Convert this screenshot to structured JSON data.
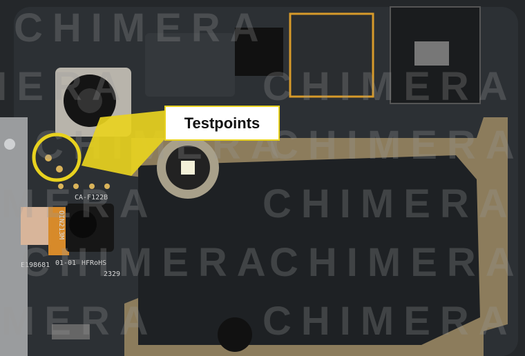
{
  "annotation": {
    "label": "Testpoints",
    "highlight_color": "#e8d21f"
  },
  "watermark": "CHIMERA",
  "board_markings": {
    "model": "CA-F122B",
    "serial": "E198681",
    "rev": "01-01",
    "hf": "HFRoHS",
    "code": "2329",
    "camera_flex": "OIN213M"
  }
}
